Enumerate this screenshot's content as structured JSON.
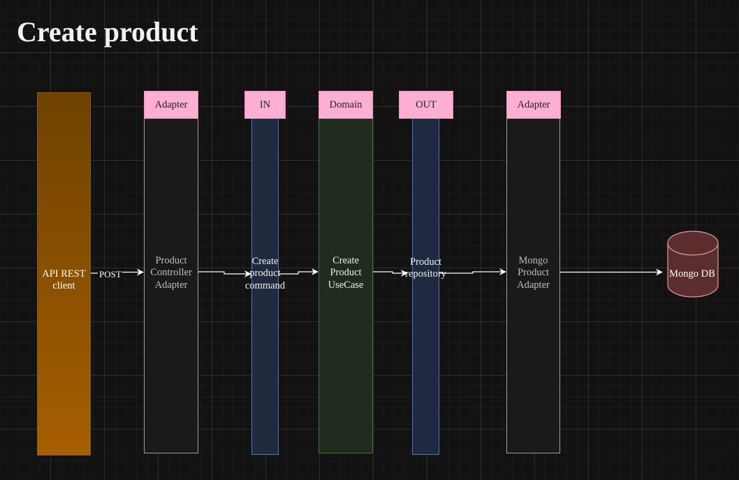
{
  "title": "Create product",
  "lanes": {
    "client": "API REST\nclient",
    "controller": "Product\nController\nAdapter",
    "in_port": "Create\nproduct\ncommand",
    "domain": "Create\nProduct\nUseCase",
    "out_port": "Product\nrepository",
    "mongo_adapter": "Mongo\nProduct\nAdapter"
  },
  "headers": {
    "adapter_left": "Adapter",
    "in": "IN",
    "domain": "Domain",
    "out": "OUT",
    "adapter_right": "Adapter"
  },
  "edges": {
    "post_label": "POST"
  },
  "database": {
    "label": "Mongo DB"
  },
  "colors": {
    "header": "#ffb0d2",
    "client": "#a65f00",
    "port": "#1f2a3e",
    "domain": "#1f2c1d",
    "database": "#5a2e2e"
  }
}
